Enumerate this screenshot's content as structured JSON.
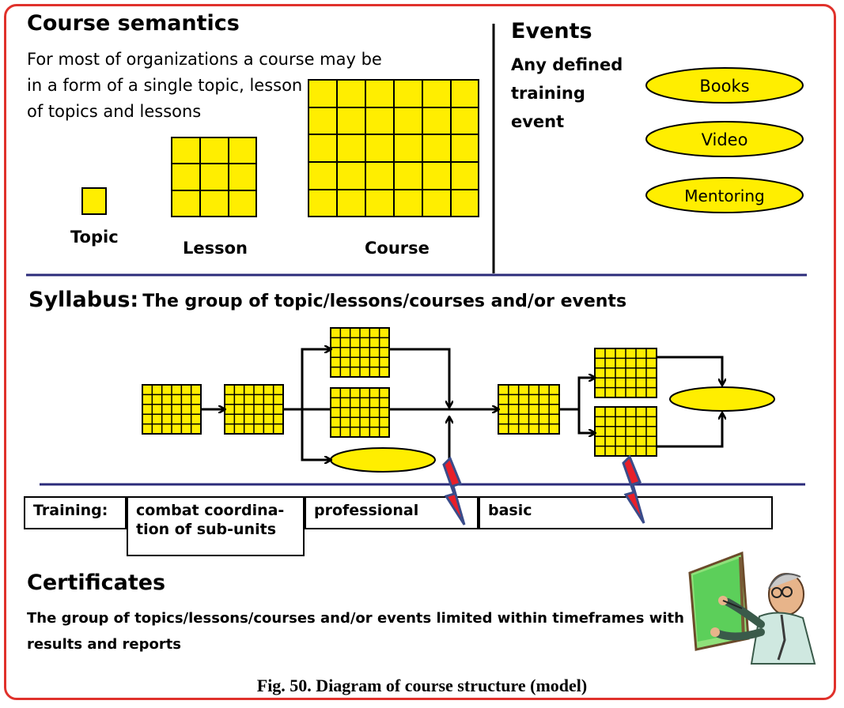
{
  "semantics": {
    "title": "Course semantics",
    "description": "For most of organizations a course may be in a form of a single topic, lesson or a group of topics and lessons",
    "topic_label": "Topic",
    "lesson_label": "Lesson",
    "course_label": "Course"
  },
  "events": {
    "title": "Events",
    "description": "Any defined training event",
    "items": [
      "Books",
      "Video",
      "Mentoring"
    ]
  },
  "syllabus": {
    "title": "Syllabus:",
    "subtitle": "The group of topic/lessons/courses and/or events"
  },
  "training": {
    "label": "Training:",
    "stages": [
      "combat coordina-\ntion  of sub-units",
      "professional",
      "basic"
    ]
  },
  "certificates": {
    "title": "Certificates",
    "description": "The group of topics/lessons/courses and/or events limited within timeframes with results and reports"
  },
  "caption": "Fig. 50. Diagram of course structure (model)",
  "colors": {
    "border": "#e0312b",
    "yellow": "#ffee00",
    "divider": "#2b2b7a",
    "lightning": "#e8202a"
  }
}
